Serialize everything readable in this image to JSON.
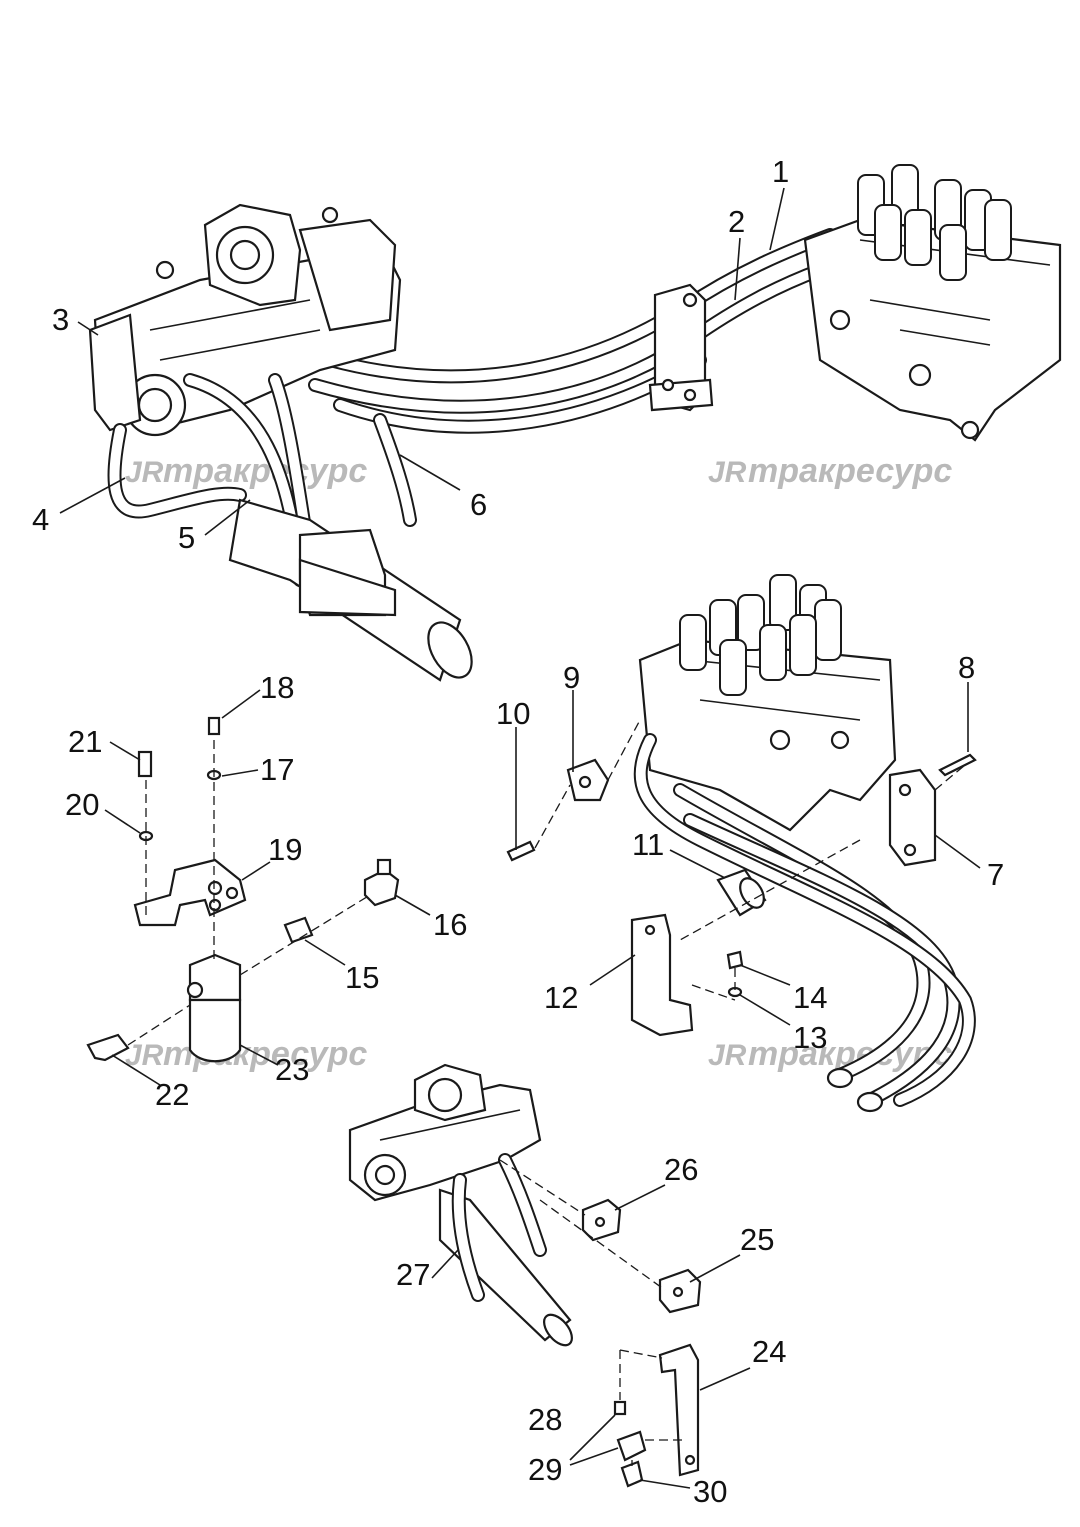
{
  "watermark": {
    "mark": "JR",
    "text": "тракресурс",
    "color": "#b9b9b9"
  },
  "callouts": [
    {
      "id": "1",
      "label": "1"
    },
    {
      "id": "2",
      "label": "2"
    },
    {
      "id": "3",
      "label": "3"
    },
    {
      "id": "4",
      "label": "4"
    },
    {
      "id": "5",
      "label": "5"
    },
    {
      "id": "6",
      "label": "6"
    },
    {
      "id": "7",
      "label": "7"
    },
    {
      "id": "8",
      "label": "8"
    },
    {
      "id": "9",
      "label": "9"
    },
    {
      "id": "10",
      "label": "10"
    },
    {
      "id": "11",
      "label": "11"
    },
    {
      "id": "12",
      "label": "12"
    },
    {
      "id": "13",
      "label": "13"
    },
    {
      "id": "14",
      "label": "14"
    },
    {
      "id": "15",
      "label": "15"
    },
    {
      "id": "16",
      "label": "16"
    },
    {
      "id": "17",
      "label": "17"
    },
    {
      "id": "18",
      "label": "18"
    },
    {
      "id": "19",
      "label": "19"
    },
    {
      "id": "20",
      "label": "20"
    },
    {
      "id": "21",
      "label": "21"
    },
    {
      "id": "22",
      "label": "22"
    },
    {
      "id": "23",
      "label": "23"
    },
    {
      "id": "24",
      "label": "24"
    },
    {
      "id": "25",
      "label": "25"
    },
    {
      "id": "26",
      "label": "26"
    },
    {
      "id": "27",
      "label": "27"
    },
    {
      "id": "28",
      "label": "28"
    },
    {
      "id": "29",
      "label": "29"
    },
    {
      "id": "30",
      "label": "30"
    }
  ]
}
